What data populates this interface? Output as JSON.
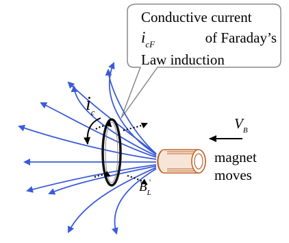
{
  "callout": {
    "line1": "Conductive      current",
    "line2_symbol": "i",
    "line2_subscript": "cF",
    "line2_text": "of   Faraday’s",
    "line3": "Law induction"
  },
  "labels": {
    "current_symbol": "i",
    "current_subscript": "c",
    "velocity_symbol": "V",
    "velocity_subscript": "B",
    "magnet_line1": "magnet",
    "magnet_line2": "moves",
    "field_symbol": "B",
    "field_subscript": "L",
    "field_superscript": "'"
  },
  "colors": {
    "field_lines": "#3a5bd9",
    "magnet": "#c0632a",
    "ring": "#000000",
    "callout_border": "#888888"
  }
}
